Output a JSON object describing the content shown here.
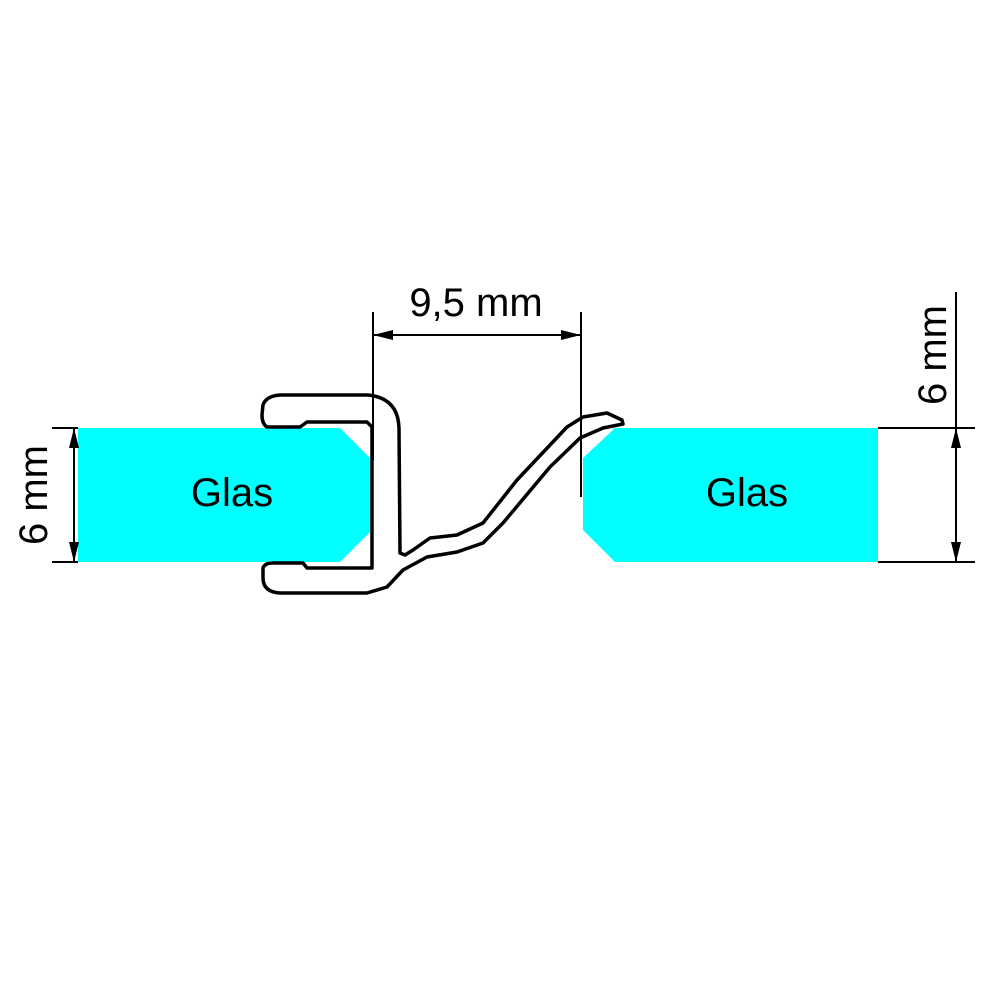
{
  "diagram": {
    "glass_left_label": "Glas",
    "glass_right_label": "Glas",
    "gap_dimension": "9,5 mm",
    "left_thickness_dimension": "6 mm",
    "right_thickness_dimension": "6 mm"
  },
  "colors": {
    "glass": "#00FFFF",
    "line": "#000000"
  }
}
